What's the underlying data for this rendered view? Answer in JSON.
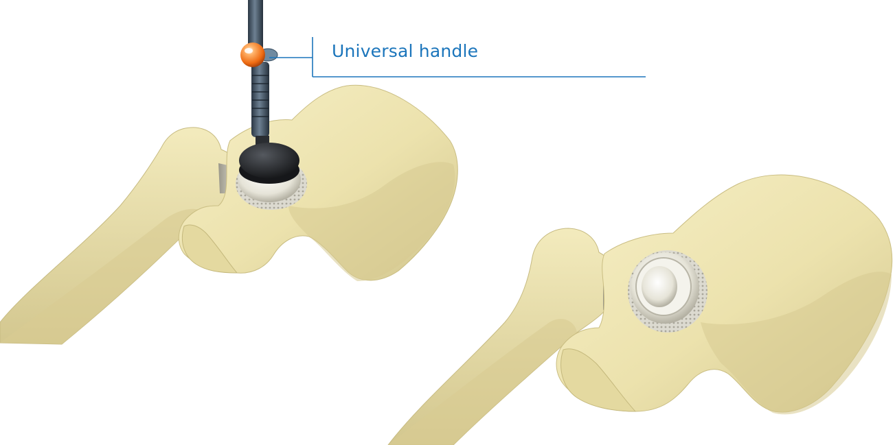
{
  "callout": {
    "label": "Universal handle",
    "color": "#1b75bb"
  },
  "colors": {
    "bone": "#efe6b4",
    "bone_shadow": "#c9be86",
    "bone_dark": "#a89c63",
    "implant": "#ecebe2",
    "handle": "#3d4e5e",
    "handle_head": "#1e1f22",
    "marker": "#f0741a"
  },
  "scenes": [
    {
      "name": "with-instrument",
      "shows_handle": true
    },
    {
      "name": "implanted",
      "shows_handle": false
    }
  ]
}
